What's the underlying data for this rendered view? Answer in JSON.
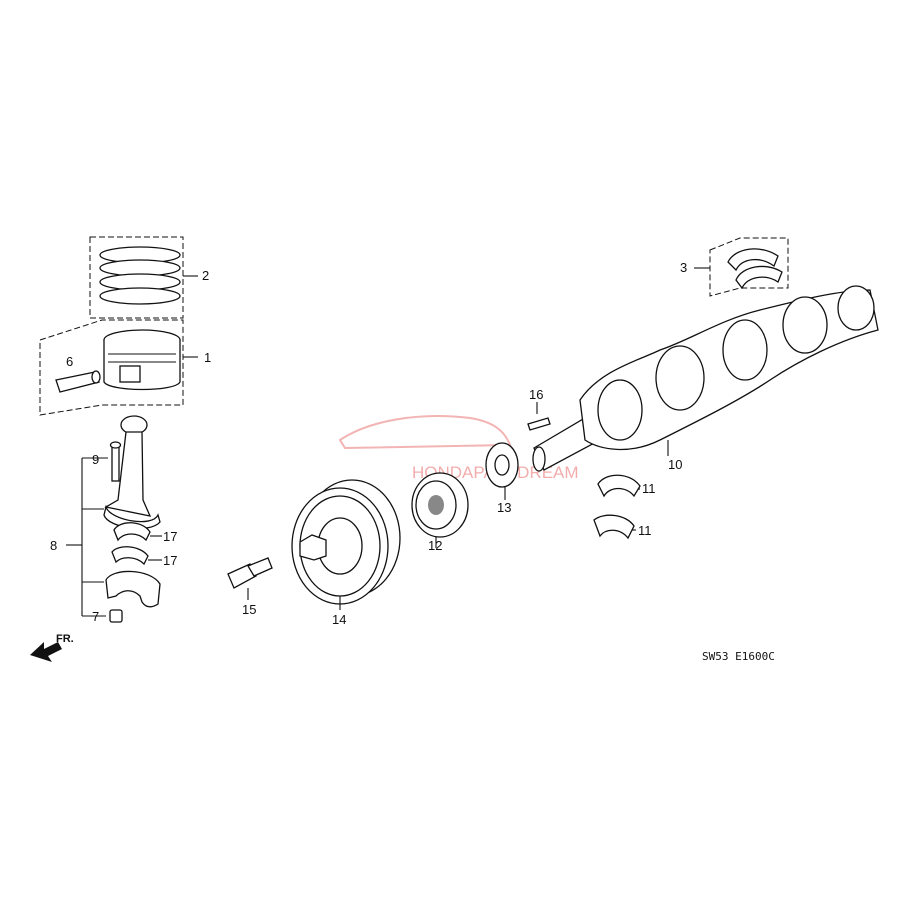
{
  "callouts": {
    "c1": "1",
    "c2": "2",
    "c3": "3",
    "c6": "6",
    "c7": "7",
    "c8": "8",
    "c9": "9",
    "c10": "10",
    "c11a": "11",
    "c11b": "11",
    "c12": "12",
    "c13": "13",
    "c14": "14",
    "c15": "15",
    "c16": "16",
    "c17a": "17",
    "c17b": "17"
  },
  "direction_label": "FR.",
  "diagram_code": "SW53 E1600C",
  "watermark": "HONDAPARTDREAM"
}
